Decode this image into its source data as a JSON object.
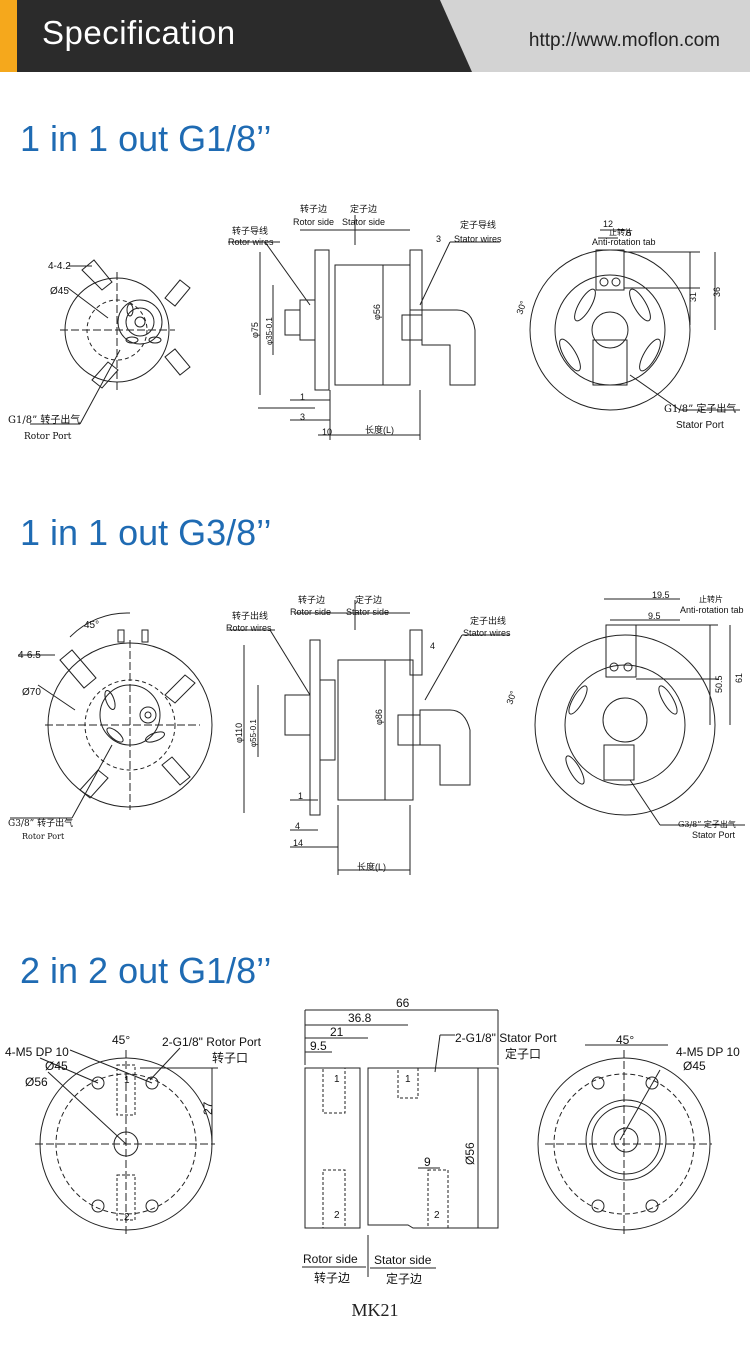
{
  "header": {
    "title": "Specification",
    "url": "http://www.moflon.com",
    "colors": {
      "bar_dark": "#2b2b2b",
      "accent": "#f5a81c",
      "url_bg": "#d3d3d3",
      "title_blue": "#1f6bb3"
    }
  },
  "sections": [
    {
      "title": "1 in 1 out    G1/8’’",
      "labels": {
        "rotor_side_cn": "转子边",
        "rotor_side": "Rotor side",
        "stator_side_cn": "定子边",
        "stator_side": "Stator  side",
        "rotor_wires_cn": "转子导线",
        "rotor_wires": "Rotor wires",
        "stator_wires_cn": "定子导线",
        "stator_wires": "Stator wires",
        "holes": "4-4.2",
        "d45": "Ø45",
        "d75": "φ75",
        "d35": "φ35-0.1",
        "d56": "φ56",
        "dim3_top": "3",
        "dim1": "1",
        "dim3": "3",
        "dim10": "10",
        "length": "长度(L)",
        "rotor_port": "G1/8” 转子出气",
        "rotor_port_en": "Rotor Port",
        "stator_port": "G1/8” 定子出气",
        "stator_port_en": "Stator Port",
        "dim12": "12",
        "dim8": "8",
        "anti_cn": "止转片",
        "anti": "Anti-rotation tab",
        "dim31": "31",
        "dim36": "36",
        "angle30": "30°"
      }
    },
    {
      "title": "1 in 1 out    G3/8’’",
      "labels": {
        "rotor_side_cn": "转子边",
        "rotor_side": "Rotor side",
        "stator_side_cn": "定子边",
        "stator_side": "Stator  side",
        "rotor_wires_cn": "转子出线",
        "rotor_wires": "Rotor wires",
        "stator_wires_cn": "定子出线",
        "stator_wires": "Stator wires",
        "angle45": "45°",
        "holes": "4-6.5",
        "d70": "Ø70",
        "d110": "φ110",
        "d55": "φ55-0.1",
        "d86": "φ86",
        "dim4_top": "4",
        "dim1": "1",
        "dim4": "4",
        "dim14": "14",
        "length": "长度(L)",
        "rotor_port": "G3/8” 转子出气",
        "rotor_port_en": "Rotor Port",
        "stator_port": "G3/8” 定子出气",
        "stator_port_en": "Stator Port",
        "dim19_5": "19.5",
        "dim9_5": "9.5",
        "anti_cn": "止转片",
        "anti": "Anti-rotation tab",
        "dim50_5": "50.5",
        "dim61": "61",
        "angle30": "30°"
      }
    },
    {
      "title": "2 in 2 out    G1/8’’",
      "labels": {
        "m5": "4-M5 DP 10",
        "d45": "Ø45",
        "d56": "Ø56",
        "angle45": "45°",
        "rotor_port": "2-G1/8\"  Rotor Port",
        "rotor_port_cn": "转子口",
        "dim27": "27",
        "dim66": "66",
        "dim36_8": "36.8",
        "dim21": "21",
        "dim9_5": "9.5",
        "stator_port": "2-G1/8\" Stator Port",
        "stator_port_cn": "定子口",
        "dim9": "9",
        "d56_side": "Ø56",
        "p1": "1",
        "p2": "2",
        "rotor_side": "Rotor side",
        "rotor_side_cn": "转子边",
        "stator_side": "Stator side",
        "stator_side_cn": "定子边",
        "r_m5": "4-M5 DP 10",
        "r_d45": "Ø45",
        "r_angle45": "45°"
      },
      "model": "MK21"
    }
  ]
}
